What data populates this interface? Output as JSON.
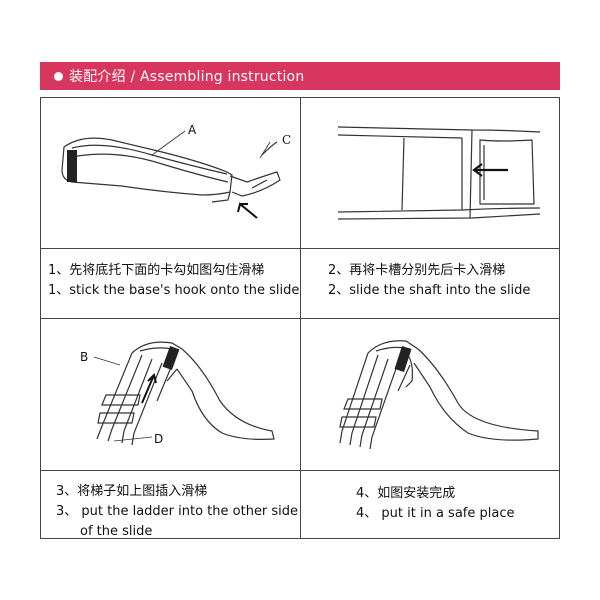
{
  "header": {
    "title": "装配介绍 / Assembling instruction",
    "accent": "#d8365e"
  },
  "steps": [
    {
      "zh": "1、先将底托下面的卡勾如图勾住滑梯",
      "en": "1、stick the base's hook onto the slide"
    },
    {
      "zh": "2、再将卡槽分别先后卡入滑梯",
      "en": "2、slide the shaft into the slide"
    },
    {
      "zh": "3、将梯子如上图插入滑梯",
      "en": "3、 put the ladder into the other side",
      "en2": "of the slide"
    },
    {
      "zh": "4、如图安装完成",
      "en": "4、 put it in a safe place"
    }
  ],
  "labels": {
    "a": "A",
    "b": "B",
    "c": "C",
    "d": "D"
  }
}
